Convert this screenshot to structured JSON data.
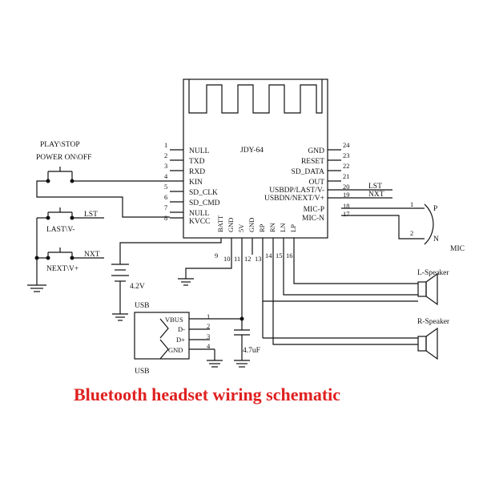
{
  "chip": {
    "name": "JDY-64",
    "left_pins": [
      {
        "num": "1",
        "label": "NULL"
      },
      {
        "num": "2",
        "label": "TXD"
      },
      {
        "num": "3",
        "label": "RXD"
      },
      {
        "num": "4",
        "label": "KIN"
      },
      {
        "num": "5",
        "label": "SD_CLK"
      },
      {
        "num": "6",
        "label": "SD_CMD"
      },
      {
        "num": "7",
        "label": "NULL"
      },
      {
        "num": "8",
        "label": "KVCC"
      }
    ],
    "right_pins": [
      {
        "num": "24",
        "label": "GND"
      },
      {
        "num": "23",
        "label": "RESET"
      },
      {
        "num": "22",
        "label": "SD_DATA"
      },
      {
        "num": "21",
        "label": "OUT"
      },
      {
        "num": "20",
        "label": "USBDP/LAST/V-"
      },
      {
        "num": "19",
        "label": "USBDN/NEXT/V+"
      },
      {
        "num": "18",
        "label": "MIC-P"
      },
      {
        "num": "17",
        "label": "MIC-N"
      }
    ],
    "bottom_pins": [
      {
        "num": "9",
        "label": "BATT"
      },
      {
        "num": "10",
        "label": "GND"
      },
      {
        "num": "11",
        "label": "5V"
      },
      {
        "num": "12",
        "label": "GND"
      },
      {
        "num": "13",
        "label": "RP"
      },
      {
        "num": "14",
        "label": "RN"
      },
      {
        "num": "15",
        "label": "LN"
      },
      {
        "num": "16",
        "label": "LP"
      }
    ]
  },
  "net_labels": {
    "lst": "LST",
    "nxt": "NXT"
  },
  "buttons": {
    "play_line1": "PLAY\\STOP",
    "play_line2": "POWER ON\\OFF",
    "last_label": "LAST\\V-",
    "next_label": "NEXT\\V+",
    "lst_label": "LST",
    "nxt_label": "NXT"
  },
  "battery": {
    "label": "4.2V"
  },
  "usb": {
    "top_label": "USB",
    "bottom_label": "USB",
    "pins": [
      {
        "num": "1",
        "label": "VBUS"
      },
      {
        "num": "2",
        "label": "D-"
      },
      {
        "num": "3",
        "label": "D+"
      },
      {
        "num": "4",
        "label": "GND"
      }
    ]
  },
  "capacitor": {
    "label": "4.7uF"
  },
  "mic": {
    "label": "MIC",
    "p": "P",
    "n": "N",
    "pin1": "1",
    "pin2": "2"
  },
  "speakers": {
    "left": "L-Speaker",
    "right": "R-Speaker"
  },
  "caption": "Bluetooth headset wiring schematic"
}
